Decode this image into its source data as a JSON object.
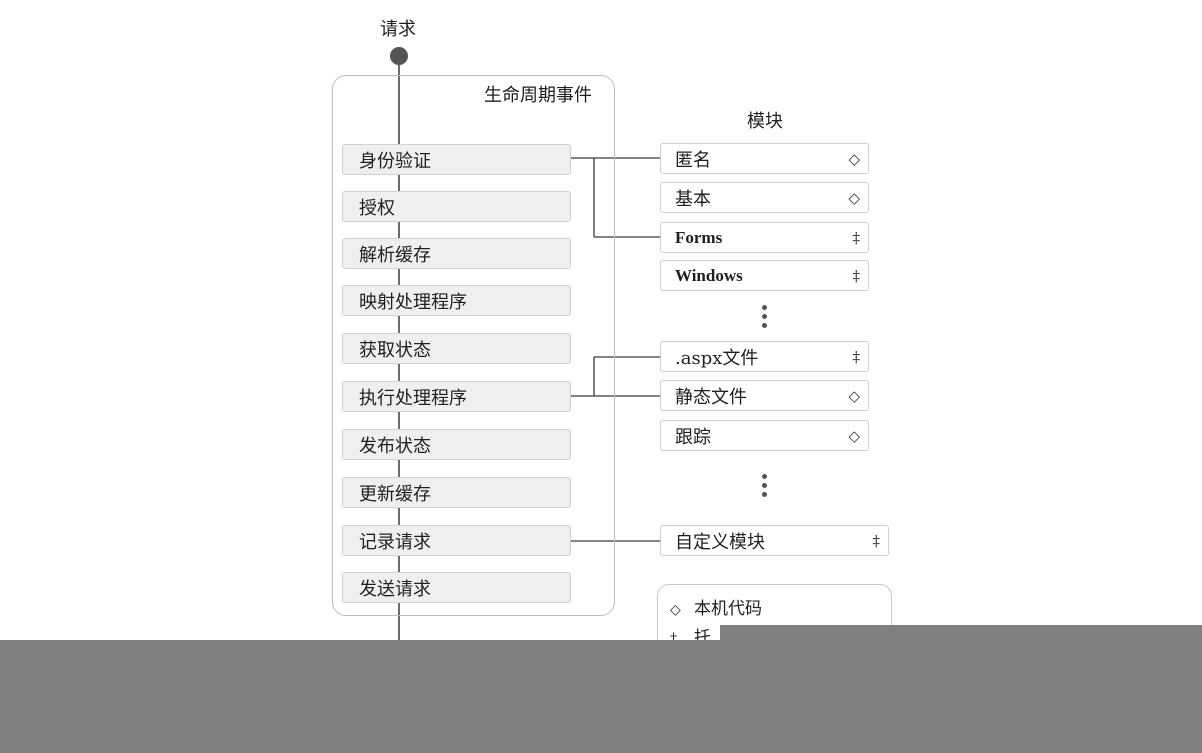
{
  "request_label": "请求",
  "panel_title": "生命周期事件",
  "events": [
    "身份验证",
    "授权",
    "解析缓存",
    "映射处理程序",
    "获取状态",
    "执行处理程序",
    "发布状态",
    "更新缓存",
    "记录请求",
    "发送请求"
  ],
  "modules_title": "模块",
  "modules": [
    {
      "name": "匿名",
      "symbol": "◇"
    },
    {
      "name": "基本",
      "symbol": "◇"
    },
    {
      "name": "Forms",
      "symbol": "‡"
    },
    {
      "name": "Windows",
      "symbol": "‡"
    },
    {
      "name": ".aspx文件",
      "symbol": "‡"
    },
    {
      "name": "静态文件",
      "symbol": "◇"
    },
    {
      "name": "跟踪",
      "symbol": "◇"
    },
    {
      "name": "自定义模块",
      "symbol": "‡"
    }
  ],
  "legend": [
    {
      "symbol": "◇",
      "label": "本机代码"
    },
    {
      "symbol": "‡",
      "label": "托"
    }
  ],
  "colors": {
    "line": "#3a3a3a",
    "event_fill": "#efefef",
    "overlay": "#808080",
    "start_node": "#555555"
  }
}
